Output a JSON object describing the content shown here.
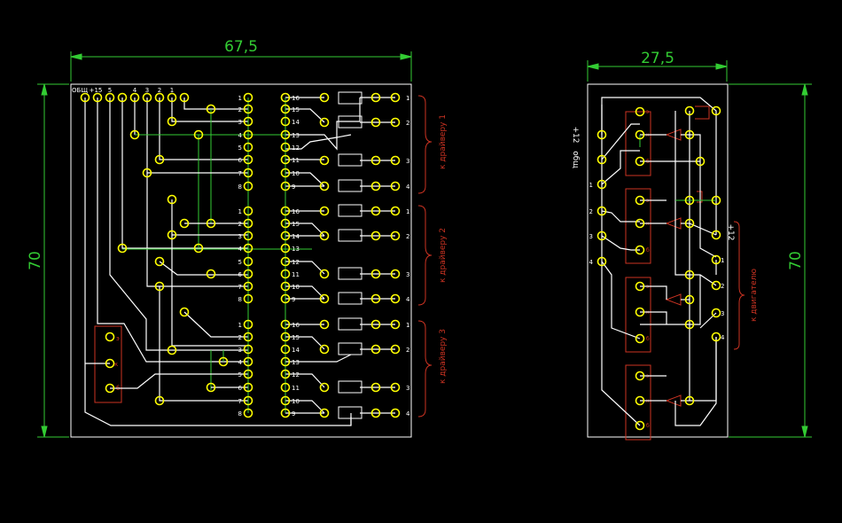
{
  "colors": {
    "background": "#000000",
    "outline": "#ffffff",
    "dimension": "#33cc33",
    "pad": "#ffff00",
    "annotation": "#cc3322"
  },
  "left_board": {
    "width_label": "67,5",
    "height_label": "70",
    "header_labels": [
      "ОБЩ",
      "+15",
      "5",
      "4",
      "3",
      "2",
      "1"
    ],
    "pin_numbers_left": [
      "1",
      "2",
      "3",
      "4",
      "5",
      "6",
      "7",
      "8"
    ],
    "pin_numbers_right": [
      "16",
      "15",
      "14",
      "13",
      "12",
      "11",
      "10",
      "9"
    ],
    "output_numbers": [
      "1",
      "2",
      "3",
      "4"
    ],
    "groups": [
      {
        "label": "к драйверу 1"
      },
      {
        "label": "к драйверу 2"
      },
      {
        "label": "к драйверу 3"
      }
    ],
    "transistor_pins": [
      "э",
      "к",
      "б"
    ]
  },
  "right_board": {
    "width_label": "27,5",
    "height_label": "70",
    "top_labels": [
      "+12",
      "общ"
    ],
    "input_numbers": [
      "1",
      "2",
      "3",
      "4"
    ],
    "motor_supply_label": "+12",
    "motor_numbers": [
      "1",
      "2",
      "3",
      "4"
    ],
    "motor_label": "к двигателю",
    "transistor_pins": [
      "э",
      "к",
      "б"
    ]
  }
}
